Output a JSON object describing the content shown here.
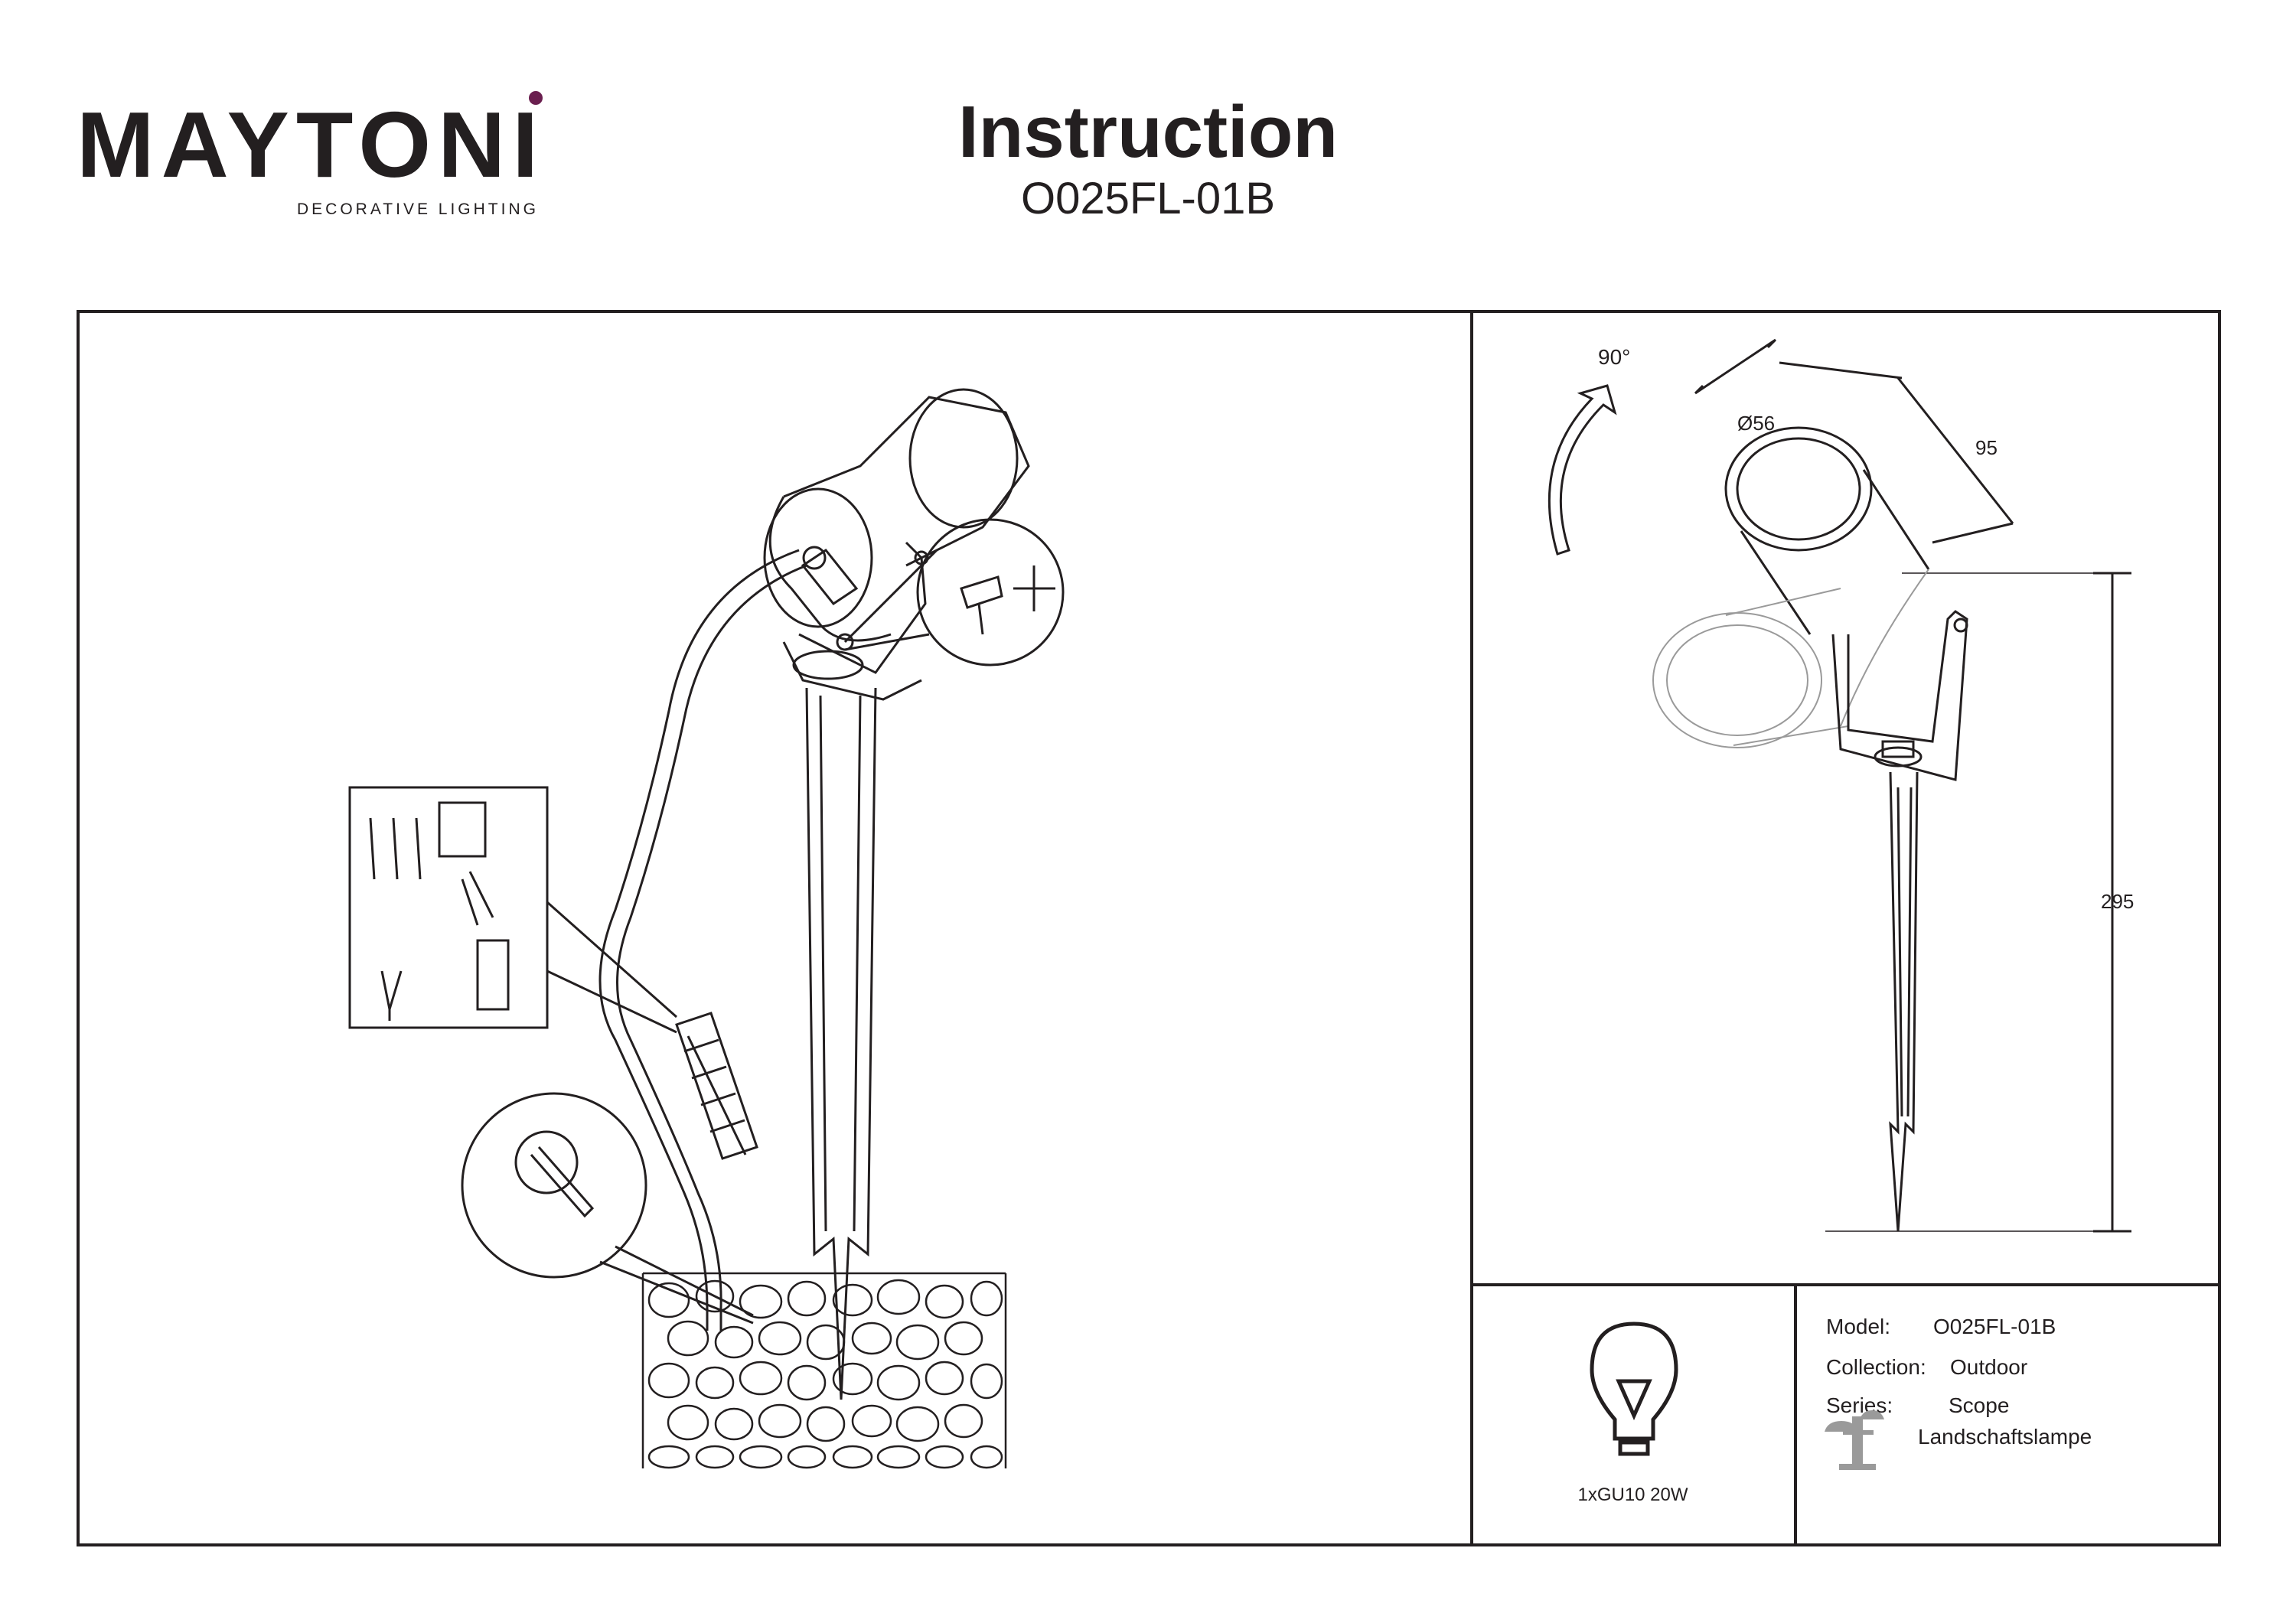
{
  "brand": {
    "name": "MAYTONI",
    "tagline": "DECORATIVE LIGHTING",
    "accent_color": "#6a1f4f"
  },
  "header": {
    "title": "Instruction",
    "model_code": "O025FL-01B"
  },
  "dimensions": {
    "rotation": "90°",
    "diameter": "Ø56",
    "length": "95",
    "height": "295"
  },
  "bulb": {
    "icon": "bulb-icon",
    "label": "1xGU10 20W"
  },
  "specs": {
    "model_label": "Model:",
    "model_value": "O025FL-01B",
    "collection_label": "Collection:",
    "collection_value": "Outdoor",
    "series_label": "Series:",
    "series_value": "Scope",
    "type_icon": "garden-lamp-icon",
    "type_value": "Landschaftslampe"
  }
}
